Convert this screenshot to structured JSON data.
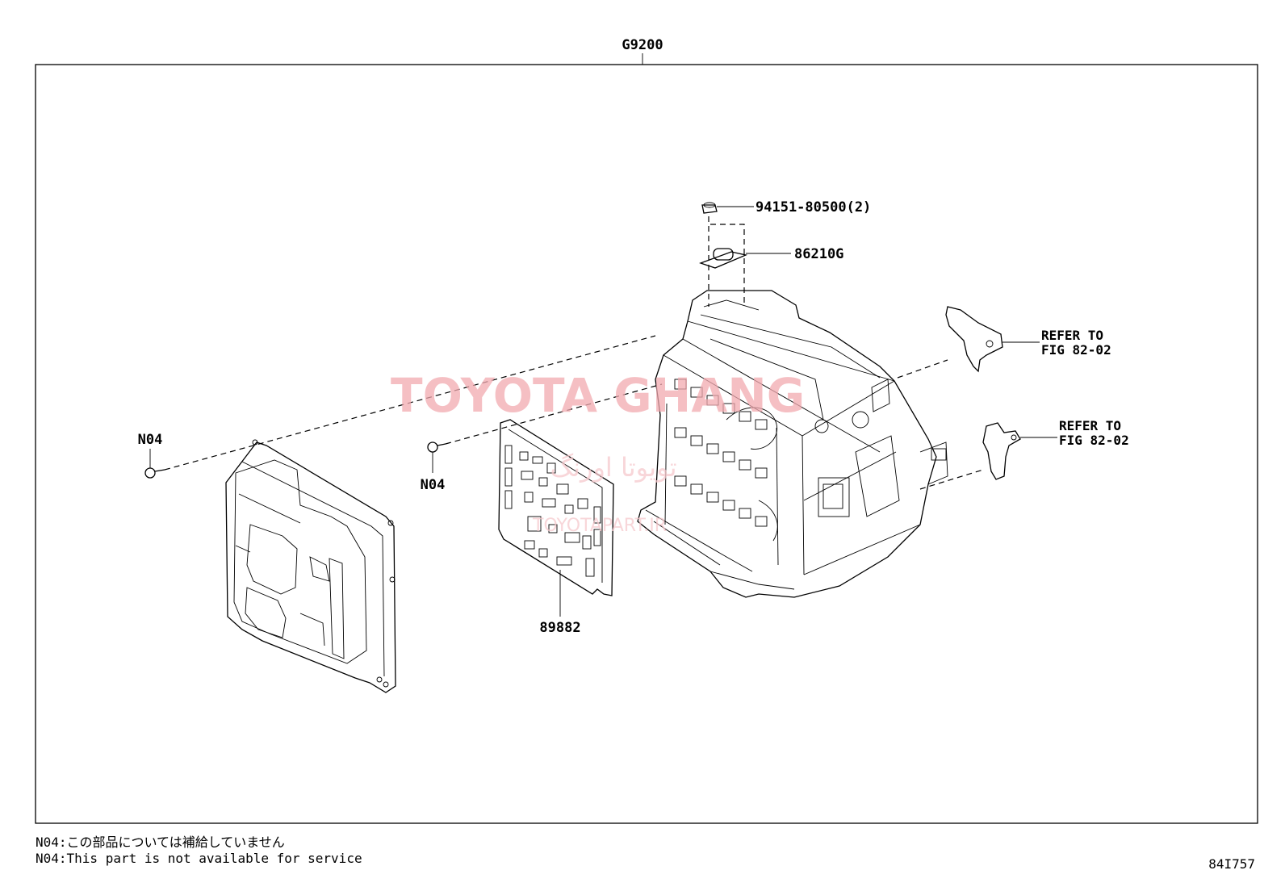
{
  "diagram": {
    "assembly_label": "G9200",
    "figure_code": "84I757",
    "callouts": {
      "nut": "94151-80500(2)",
      "fuse": "86210G",
      "board": "89882",
      "n04_left": "N04",
      "n04_mid": "N04"
    },
    "refer_upper": {
      "line1": "REFER TO",
      "line2": "FIG 82-02"
    },
    "refer_lower": {
      "line1": "REFER TO",
      "line2": "FIG 82-02"
    },
    "watermark": {
      "brand": "TOYOTA GHANG",
      "arabic": "تویوتا اورنگ",
      "site": "TOYOTAPART.IR"
    }
  },
  "notes": [
    "N04:この部品については補給していません",
    "N04:This part is not available for service"
  ]
}
